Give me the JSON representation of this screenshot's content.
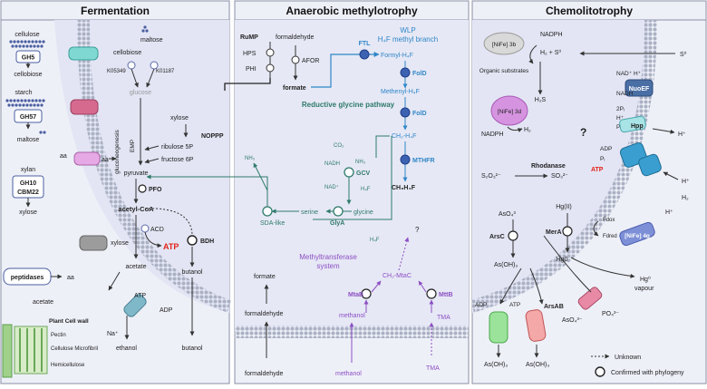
{
  "panels": {
    "fermentation": "Fermentation",
    "methylotrophy": "Anaerobic methylotrophy",
    "chemolithotrophy": "Chemolitotrophy"
  },
  "fermentation": {
    "cellulose": "cellulose",
    "gh5": "GH5",
    "cellobiose_out": "cellobiose",
    "starch": "starch",
    "gh57": "GH57",
    "maltose_out": "maltose",
    "xylan": "xylan",
    "gh10": "GH10",
    "cbm22": "CBM22",
    "xylose_out": "xylose",
    "peptidases": "peptidases",
    "aa_out": "aa",
    "acetate_out": "acetate",
    "aa_mem": "aa",
    "aa_in": "aa",
    "maltose_in": "maltose",
    "cellobiose_in": "cellobiose",
    "k05349": "K05349",
    "k01187": "K01187",
    "glucose": "glucose",
    "gluconeogenesis": "gluconeogenesis",
    "emp": "EMP",
    "xylose_in": "xylose",
    "noppp": "NOPPP",
    "ribulose": "ribulose 5P",
    "fructose": "fructose 6P",
    "pyruvate": "pyruvate",
    "pfo": "PFO",
    "acetylcoa": "acetyl-CoA",
    "acd": "ACD",
    "atp": "ATP",
    "bdh": "BDH",
    "xylose_mem": "xylose",
    "acetate_in": "acetate",
    "butanol_in": "butanol",
    "butanol_out": "butanol",
    "atp2": "ATP",
    "adp": "ADP",
    "na": "Na⁺",
    "ethanol": "ethanol",
    "plant_title": "Plant Cell wall",
    "pectin": "Pectin",
    "cellulose_micro": "Cellulose Microfibril",
    "hemicellulose": "Hemicellulose"
  },
  "methylotrophy": {
    "rump": "RuMP",
    "hps": "HPS",
    "phi": "PHI",
    "formaldehyde": "formaldehyde",
    "afor": "AFOR",
    "formate": "formate",
    "ftl": "FTL",
    "wlp": "WLP",
    "h4f_branch": "H₄F methyl branch",
    "formyl": "Formyl-H₄F",
    "fold1": "FolD",
    "methenyl": "Methenyl-H₄F",
    "fold2": "FolD",
    "ch2": "CH₂-H₄F",
    "mthfr": "MTHFR",
    "ch3": "CH₃H₄F",
    "rgp": "Reductive glycine pathway",
    "co2": "CO₂",
    "nh3a": "NH₃",
    "nadh": "NADH",
    "gcv": "GCV",
    "nadp": "NAD⁺",
    "h4f_a": "H₄F",
    "serine": "serine",
    "glycine": "glycine",
    "glya": "GlyA",
    "sda": "SDA-like",
    "nh3b": "NH₃",
    "h4f_b": "H₄F",
    "question": "?",
    "mts_line1": "Methyltransferase",
    "mts_line2": "system",
    "ch2mtac": "CH₂-MtaC",
    "mtab": "MtaB",
    "methanol_in": "methanol",
    "mttb": "MttB",
    "tma_in": "TMA",
    "formate_in": "formate",
    "formaldehyde_in": "formaldehyde",
    "formaldehyde_out": "formaldehyde",
    "methanol_out": "methanol",
    "tma_out": "TMA"
  },
  "chemolithotrophy": {
    "nife3b": "[NiFe] 3b",
    "nadph1": "NADPH",
    "h2s_react": "H₂  +  S⁰",
    "organic": "Organic substrates",
    "so_out": "S⁰",
    "nad_h": "NAD⁺ H⁺",
    "nuoef": "NuoEF",
    "nadh": "NADH",
    "nife3d": "[NiFe] 3d",
    "h2s": "H₂S",
    "nadph2": "NADPH",
    "h2": "H₂",
    "question": "?",
    "twopi": "2Pᵢ",
    "hplus1": "H⁺",
    "ppi": "PPᵢ",
    "hpp": "Hpp",
    "hplus2": "H⁺",
    "adp": "ADP",
    "pi": "Pᵢ",
    "atp": "ATP",
    "hplus3": "H⁺",
    "h2b": "H₂",
    "s2o3": "S₂O₃²⁻",
    "rhodanase": "Rhodanase",
    "so3": "SO₃²⁻",
    "hg2": "Hg(II)",
    "fdox": "Fdox",
    "fdred": "Fdred",
    "nife4g": "[NiFe] 4g",
    "hplus4": "H⁺",
    "mera": "MerA",
    "hg0": "Hg0",
    "aso4": "AsO₄³",
    "arsc": "ArsC",
    "asoh3": "As(OH)₃",
    "hg0_vapour1": "Hg⁰",
    "hg0_vapour2": "vapour",
    "adp2": "ADP",
    "atp2": "ATP",
    "arsab": "ArsAB",
    "aso4b": "AsO₄³⁻",
    "po4": "PO₄³⁻",
    "asoh3_out1": "As(OH)₃",
    "asoh3_out2": "As(OH)₃",
    "legend_unknown": "Unknown",
    "legend_confirmed": "Confirmed with phylogeny"
  },
  "colors": {
    "panel_bg": "#eef0f8",
    "membrane": "#b8bece",
    "wlp_blue": "#2e86c8",
    "glycine_teal": "#2e7a6a",
    "methyl_purple": "#8c4fc4",
    "atp_red": "#e2231a",
    "nuoef_blue": "#4a6fa5"
  }
}
